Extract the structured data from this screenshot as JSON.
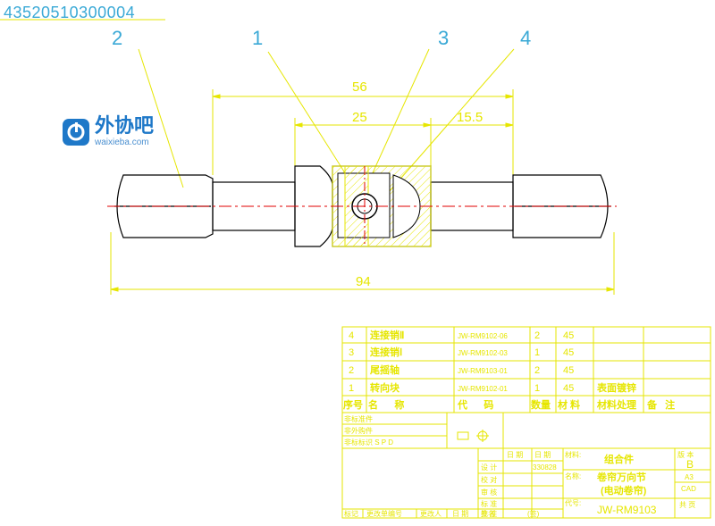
{
  "drawing": {
    "serial_number": "43520510300004",
    "watermark": {
      "name_cn": "外协吧",
      "domain": "waixieba.com"
    },
    "balloons": [
      "2",
      "1",
      "3",
      "4"
    ],
    "dimensions": {
      "overall_top": "56",
      "left_sub": "25",
      "right_sub": "15.5",
      "total": "94"
    }
  },
  "parts_list": {
    "rows": [
      {
        "index": "4",
        "name": "连接销Ⅱ",
        "code": "JW-RM9102-06",
        "qty": "2",
        "material": "45",
        "treatment": "",
        "remark": ""
      },
      {
        "index": "3",
        "name": "连接销Ⅰ",
        "code": "JW-RM9102-03",
        "qty": "1",
        "material": "45",
        "treatment": "",
        "remark": ""
      },
      {
        "index": "2",
        "name": "尾摇轴",
        "code": "JW-RM9103-01",
        "qty": "2",
        "material": "45",
        "treatment": "",
        "remark": ""
      },
      {
        "index": "1",
        "name": "转向块",
        "code": "JW-RM9102-01",
        "qty": "1",
        "material": "45",
        "treatment": "表面镀锌",
        "remark": ""
      }
    ],
    "headers": {
      "index": "序号",
      "name": "名      称",
      "code": "代      码",
      "qty": "数量",
      "material": "材 料",
      "treatment": "材料处理",
      "remark": "备   注"
    }
  },
  "title_block": {
    "left_labels": [
      "非标准件",
      "非外购件",
      "非标标识 S P D"
    ],
    "sign_labels": [
      "设 计",
      "校 对",
      "审 核",
      "标 准",
      "批 准"
    ],
    "footer_labels": [
      "标记",
      "更改单编号",
      "更改人",
      "日 期",
      "签名",
      "(签)"
    ],
    "date_header": "日 期",
    "date_header_right": "日 期",
    "date_value": "330828",
    "material_label": "材料:",
    "material_value": "组合件",
    "name_label": "名称:",
    "name_value": "卷帘万向节",
    "name_value_sub": "(电动卷帘)",
    "drawing_no_label": "代号:",
    "drawing_no": "JW-RM9103",
    "version_label": "版 本",
    "version_value": "B",
    "paper_size": "A3",
    "cad_label": "CAD",
    "page_label": "共 页"
  },
  "colors": {
    "outline": "#000000",
    "dimension": "#e6e600",
    "leader": "#e6e600",
    "hatch": "#e6e600",
    "center": "#e00000",
    "balloon": "#3aa9d6",
    "brand": "#1e78c8"
  }
}
